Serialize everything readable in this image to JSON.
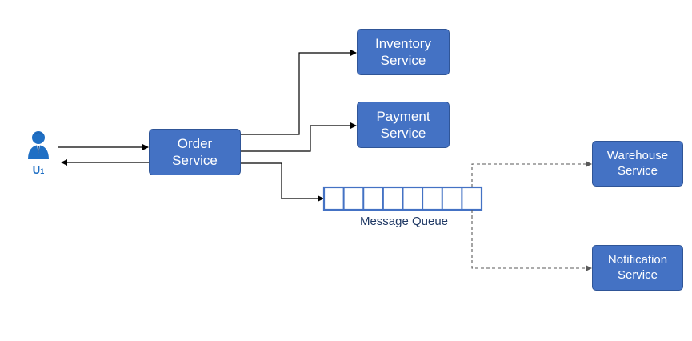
{
  "user": {
    "label": "U",
    "subscript": "1",
    "icon": "user-icon",
    "color": "#1f6fc4"
  },
  "nodes": {
    "order": "Order\nService",
    "inventory": "Inventory\nService",
    "payment": "Payment\nService",
    "warehouse": "Warehouse\nService",
    "notification": "Notification\nService"
  },
  "queue": {
    "label": "Message Queue",
    "slots": 8
  },
  "colors": {
    "box_fill": "#4472c4",
    "box_border": "#2f5597",
    "arrow": "#000000",
    "dashed": "#7f7f7f",
    "queue_label": "#1f3864"
  }
}
